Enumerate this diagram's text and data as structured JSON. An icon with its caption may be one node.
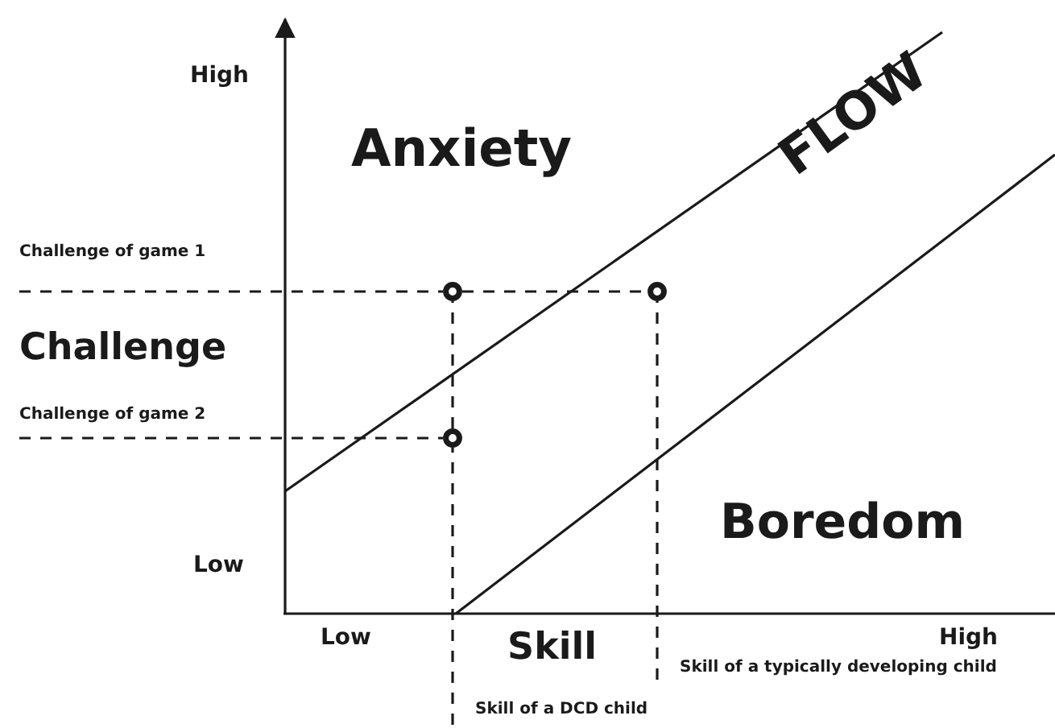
{
  "diagram": {
    "nodes": [
      {
        "text": [
          "Challenge of game 1"
        ]
      },
      {
        "text": [
          "Challenge of game 2"
        ]
      },
      {
        "text": [],
        "shape": "circle"
      },
      {
        "text": [],
        "shape": "circle"
      },
      {
        "text": [],
        "shape": "circle"
      },
      {
        "text": [
          "Skill of a typically developing child"
        ]
      },
      {
        "text": [
          "Skill of a DCD child"
        ]
      }
    ],
    "edges": [
      {
        "from": 0,
        "to": 2,
        "arrow": "none",
        "style": "dashed"
      },
      {
        "from": 2,
        "to": 3,
        "arrow": "none",
        "style": "dashed"
      },
      {
        "from": 1,
        "to": 4,
        "arrow": "none",
        "style": "dashed"
      },
      {
        "from": 6,
        "to": 4,
        "arrow": "none",
        "style": "dashed"
      },
      {
        "from": 4,
        "to": 2,
        "arrow": "none",
        "style": "dashed"
      },
      {
        "from": 5,
        "to": 3,
        "arrow": "none",
        "style": "dashed"
      }
    ],
    "labels": [
      "High",
      "Anxiety",
      "FLOW",
      "Challenge",
      "Boredom",
      "Low",
      "Low",
      "Skill",
      "High"
    ]
  }
}
